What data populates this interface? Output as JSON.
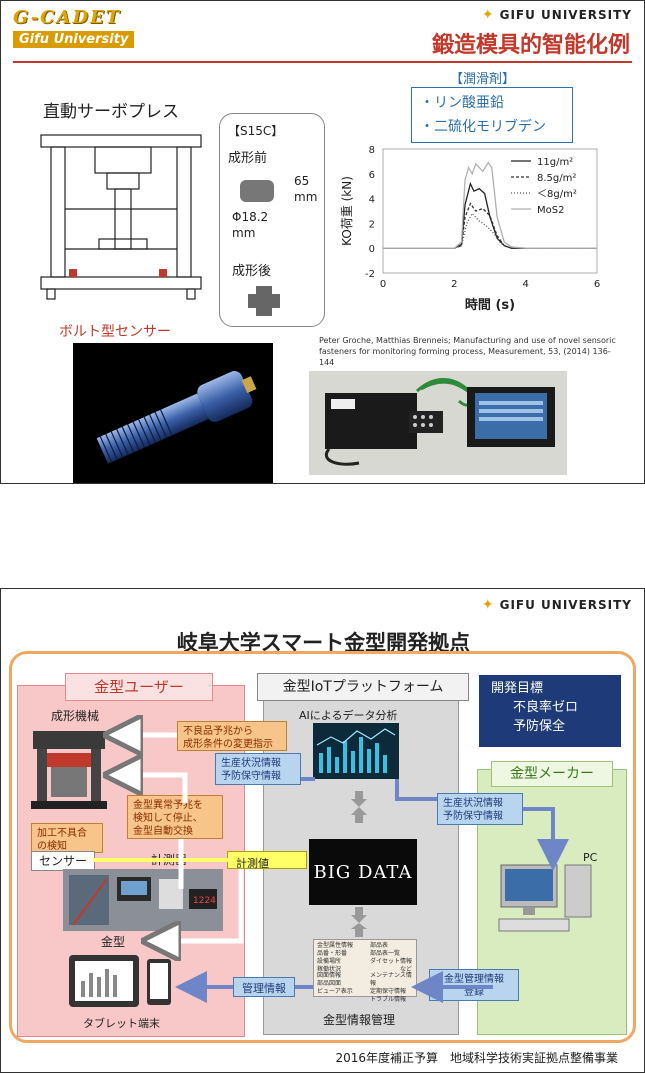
{
  "slide1": {
    "logo_top": "G-CADET",
    "logo_bottom": "Gifu University",
    "univ": "GIFU UNIVERSITY",
    "title": "鍛造模具的智能化例",
    "press_title": "直動サーボプレス",
    "sensor_label": "ボルト型センサー",
    "material_box": {
      "grade": "【S15C】",
      "before": "成形前",
      "height": "65",
      "height_unit": "mm",
      "diameter": "Φ18.2",
      "diameter_unit": "mm",
      "after": "成形後"
    },
    "lubricant": {
      "title": "【潤滑剤】",
      "items": [
        "・リン酸亜鉛",
        "・二硫化モリブデン"
      ]
    },
    "citation": "Peter Groche, Matthias Brenneis; Manufacturing and use of novel sensoric fasteners for monitoring forming process, Measurement, 53, (2014) 136-144"
  },
  "chart_data": {
    "type": "line",
    "xlabel": "時間 (s)",
    "ylabel": "KO荷重 (kN)",
    "xlim": [
      0,
      6
    ],
    "ylim": [
      -2,
      8
    ],
    "xticks": [
      "0",
      "2",
      "4",
      "6"
    ],
    "yticks": [
      "-2",
      "0",
      "2",
      "4",
      "6",
      "8"
    ],
    "legend_position": "top-right",
    "series": [
      {
        "name": "11g/m²",
        "x": [
          0,
          1,
          2,
          2.2,
          2.3,
          2.45,
          2.55,
          2.7,
          2.85,
          3.0,
          3.2,
          3.4,
          3.6,
          4,
          6
        ],
        "y": [
          0,
          0,
          0,
          0.3,
          3.5,
          5.2,
          4.6,
          4.8,
          4.4,
          2.5,
          0.8,
          0.2,
          0,
          0,
          0
        ],
        "color": "#222222",
        "dash": ""
      },
      {
        "name": "8.5g/m²",
        "x": [
          0,
          1,
          2,
          2.2,
          2.3,
          2.45,
          2.6,
          2.8,
          3.0,
          3.2,
          3.4,
          3.6,
          4,
          6
        ],
        "y": [
          0,
          0,
          0,
          0.2,
          2.5,
          3.6,
          3.0,
          3.2,
          2.6,
          1.0,
          0.2,
          0,
          0,
          0
        ],
        "color": "#333333",
        "dash": "3,2"
      },
      {
        "name": "＜8g/m²",
        "x": [
          0,
          1,
          2,
          2.2,
          2.35,
          2.5,
          2.7,
          2.9,
          3.1,
          3.3,
          3.5,
          4,
          6
        ],
        "y": [
          0,
          0,
          0,
          0.2,
          2.0,
          2.8,
          2.2,
          1.8,
          1.2,
          0.4,
          0.1,
          0,
          0
        ],
        "color": "#555555",
        "dash": "1,2"
      },
      {
        "name": "MoS2",
        "x": [
          0,
          1,
          2,
          2.2,
          2.3,
          2.4,
          2.5,
          2.6,
          2.8,
          2.95,
          3.05,
          3.2,
          3.4,
          3.6,
          4,
          6
        ],
        "y": [
          0,
          0,
          0,
          0.5,
          5.5,
          6.5,
          6.0,
          6.8,
          6.2,
          6.9,
          6.5,
          2.5,
          0.5,
          0.1,
          0,
          0
        ],
        "color": "#b0b0b0",
        "dash": ""
      }
    ]
  },
  "slide2": {
    "univ": "GIFU UNIVERSITY",
    "title": "岐阜大学スマート金型開発拠点",
    "user_title": "金型ユーザー",
    "platform_title": "金型IoTプラットフォーム",
    "maker_title": "金型メーカー",
    "goal": {
      "l1": "開発目標",
      "l2": "不良率ゼロ",
      "l3": "予防保全"
    },
    "forming_machine": "成形機械",
    "defect_box": {
      "l1": "不良品予兆から",
      "l2": "成形条件の変更指示"
    },
    "ai_label": "AIによるデータ分析",
    "prod_info1": {
      "l1": "生産状況情報",
      "l2": "予防保守情報"
    },
    "prod_info2": {
      "l1": "生産状況情報",
      "l2": "予防保守情報"
    },
    "anomaly_box": {
      "l1": "金型異常予兆を",
      "l2": "検知して停止、",
      "l3": "金型自動交換"
    },
    "machining_box": {
      "l1": "加工不具合",
      "l2": "の検知"
    },
    "sensor": "センサー",
    "instrument": "計測器",
    "measured_value": "計測値",
    "big_data": "BIG DATA",
    "pc": "PC",
    "mold": "金型",
    "tablet": "タブレット端末",
    "mgmt_info": "管理情報",
    "mold_mgmt": {
      "l1": "金型管理情報",
      "l2": "登録"
    },
    "mold_info_mgmt": "金型情報管理",
    "doc": {
      "c1": [
        "金型属性情報",
        "品番・形番",
        "設備場所",
        "稼働状況"
      ],
      "c2": [
        "部品表",
        "部品表一覧",
        "ダイセット情報"
      ],
      "c3": [
        "図面情報",
        "部品図面",
        "ビューア表示"
      ],
      "c4": [
        "メンテナンス情報",
        "定期保守情報",
        "トラブル情報"
      ],
      "nado": "など"
    },
    "footer": "2016年度補正予算　地域科学技術実証拠点整備事業"
  }
}
